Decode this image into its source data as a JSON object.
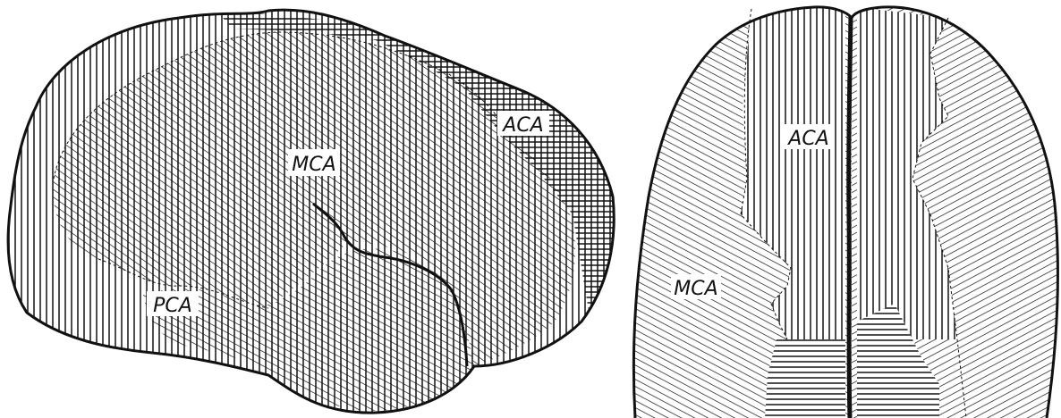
{
  "colors": {
    "ink": "#111111",
    "paper": "#ffffff"
  },
  "lateral_view": {
    "labels": {
      "mca": "MCA",
      "aca": "ACA",
      "pca": "PCA"
    }
  },
  "superior_view": {
    "labels": {
      "aca": "ACA",
      "mca": "MCA"
    }
  }
}
